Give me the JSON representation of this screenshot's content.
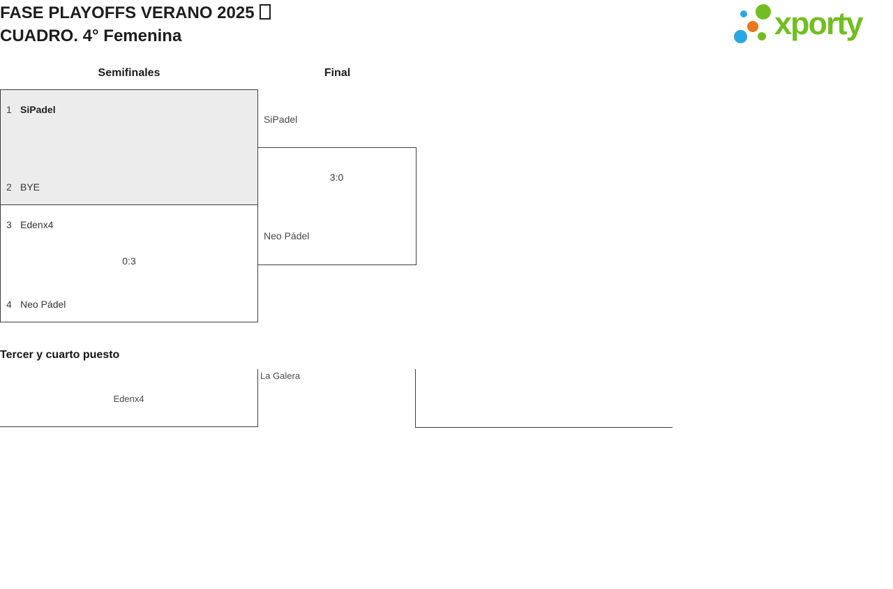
{
  "header": {
    "title_line1": "FASE PLAYOFFS VERANO 2025",
    "title_line2": "CUADRO. 4° Femenina"
  },
  "logo": {
    "wordmark": "xporty",
    "brand_green": "#72BE21",
    "brand_blue": "#29A7E2",
    "brand_orange": "#E8781B"
  },
  "bracket": {
    "round_labels": {
      "semifinals": "Semifinales",
      "final": "Final"
    },
    "semifinal_1": {
      "seed_1": "1",
      "team_1": "SiPadel",
      "seed_2": "2",
      "team_2": "BYE",
      "score": ""
    },
    "semifinal_2": {
      "seed_1": "3",
      "team_1": "Edenx4",
      "seed_2": "4",
      "team_2": "Neo Pádel",
      "score": "0:3"
    },
    "final": {
      "team_1": "SiPadel",
      "team_2": "Neo Pádel",
      "score": "3:0"
    }
  },
  "third_place": {
    "heading": "Tercer y cuarto puesto",
    "team_1": "Edenx4",
    "team_2": "La Galera"
  },
  "colors": {
    "box_border": "#3e3e3e",
    "decided_match_bg": "#ececec",
    "text_primary": "#1d1d1d",
    "text_secondary": "#4a4a4a"
  }
}
